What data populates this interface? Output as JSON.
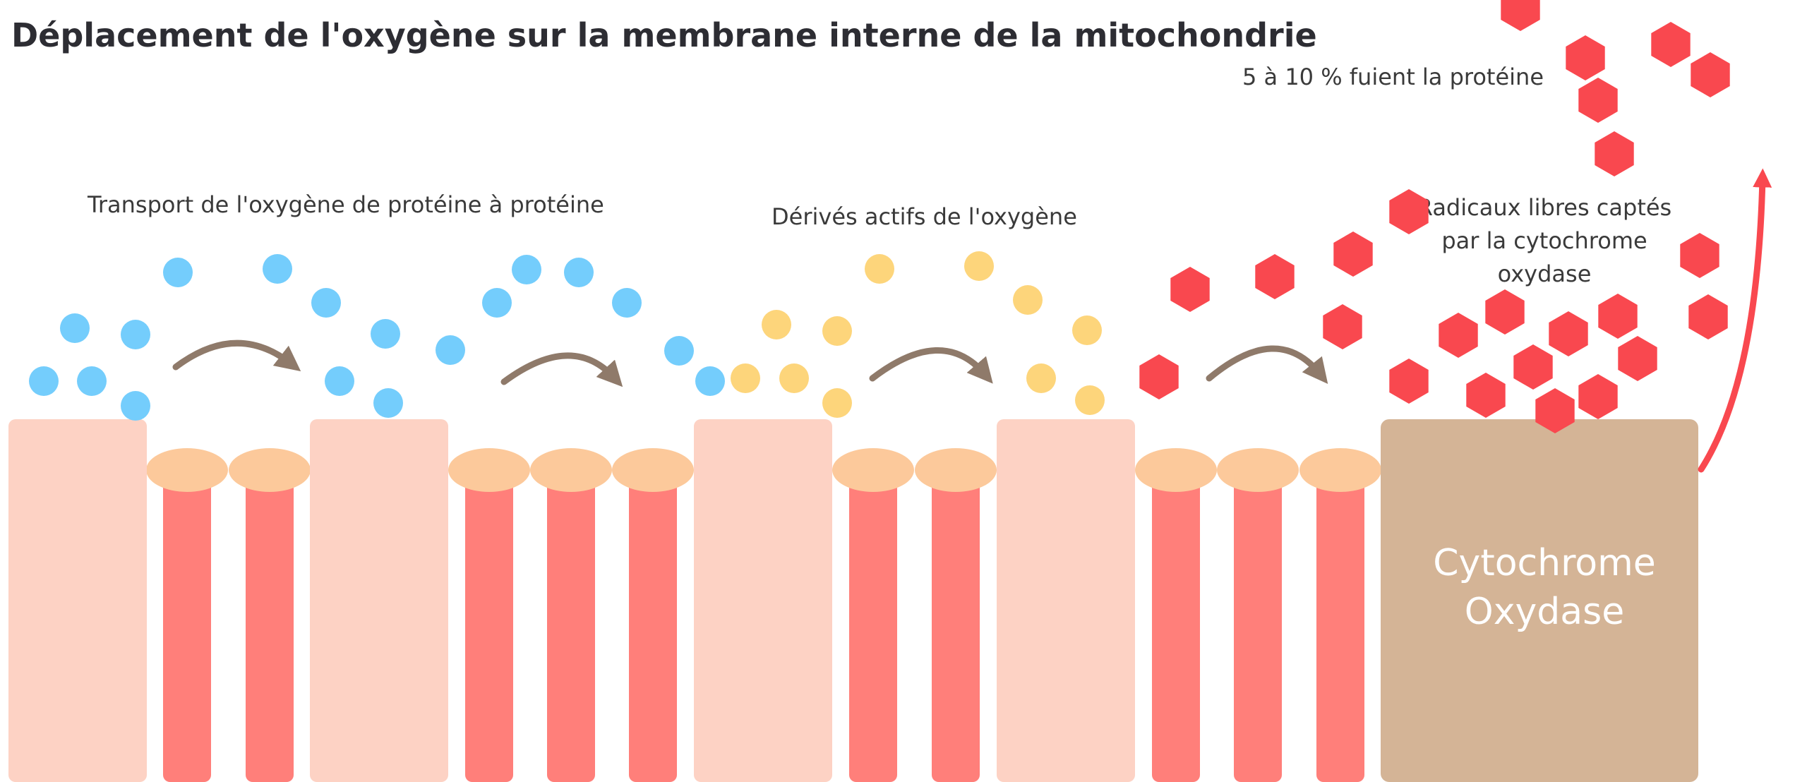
{
  "title": "Déplacement de l'oxygène sur la membrane interne de la mitochondrie",
  "captions": {
    "transport": "Transport de l'oxygène de protéine à protéine",
    "derives": "Dérivés actifs de l'oxygène",
    "radicaux": [
      "Radicaux libres captés",
      "par la cytochrome",
      "oxydase"
    ],
    "fuite": "5 à 10 % fuient la protéine"
  },
  "enzyme": {
    "label_lines": [
      "Cytochrome",
      "Oxydase"
    ]
  },
  "colors": {
    "background": "#ffffff",
    "title": "#2d2d33",
    "caption": "#3a3a3a",
    "protein_block": "#fdd2c4",
    "lipid_head": "#fcc99b",
    "lipid_tail": "#ff7f7a",
    "oxygen_molecule": "#74cdfc",
    "active_derivative": "#fdd57b",
    "free_radical": "#f9484f",
    "transfer_arrow": "#8f7a6a",
    "enzyme_block": "#d4b496",
    "enzyme_text": "#ffffff",
    "leak_arrow": "#f9484f"
  }
}
